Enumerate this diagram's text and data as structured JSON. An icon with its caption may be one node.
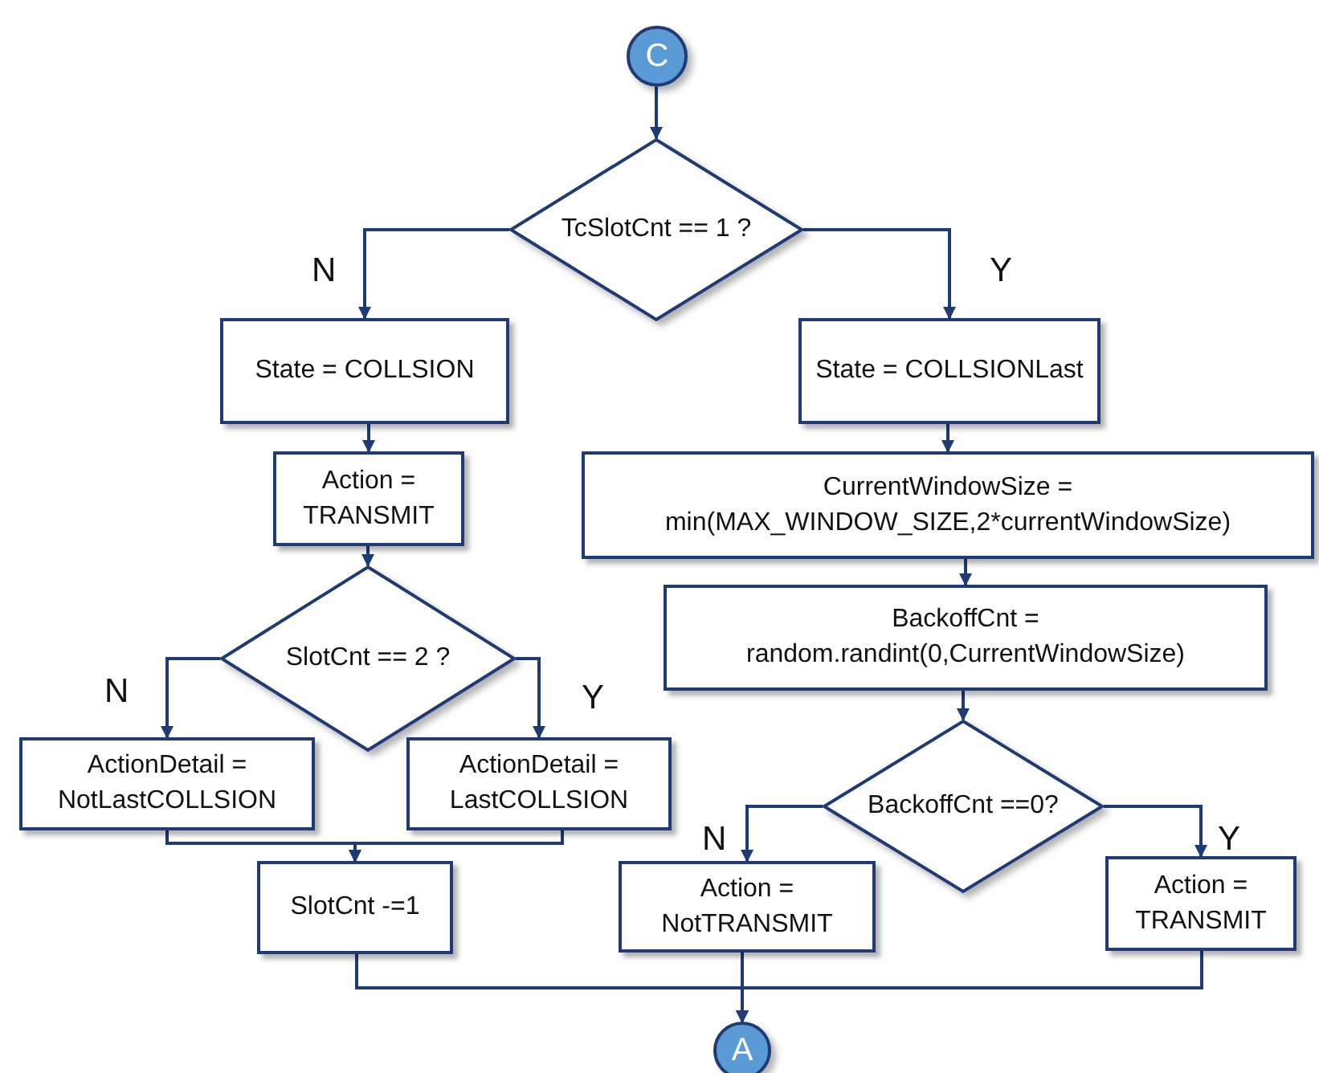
{
  "diagram": {
    "nodes": [
      {
        "text": [
          "C"
        ]
      },
      {
        "text": [
          "TcSlotCnt == 1 ?"
        ]
      },
      {
        "text": [
          "State = COLLSION"
        ]
      },
      {
        "text": [
          "Action = TRANSMIT"
        ]
      },
      {
        "text": [
          "SlotCnt == 2 ?"
        ]
      },
      {
        "text": [
          "ActionDetail = NotLastCOLLSION"
        ]
      },
      {
        "text": [
          "ActionDetail = LastCOLLSION"
        ]
      },
      {
        "text": [
          "SlotCnt -=1"
        ]
      },
      {
        "text": [
          "State = COLLSIONLast"
        ]
      },
      {
        "text": [
          "CurrentWindowSize = min(MAX_WINDOW_SIZE,2*currentWindowSize)"
        ]
      },
      {
        "text": [
          "BackoffCnt = random.randint(0,CurrentWindowSize)"
        ]
      },
      {
        "text": [
          "BackoffCnt ==0?"
        ]
      },
      {
        "text": [
          "Action = NotTRANSMIT"
        ]
      },
      {
        "text": [
          "Action = TRANSMIT"
        ]
      },
      {
        "text": [
          "A"
        ]
      }
    ],
    "edges": [
      {
        "from": 0,
        "to": 1,
        "arrow": "to"
      },
      {
        "from": 1,
        "to": 2,
        "arrow": "to",
        "label": "N"
      },
      {
        "from": 1,
        "to": 8,
        "arrow": "to",
        "label": "Y"
      },
      {
        "from": 2,
        "to": 3,
        "arrow": "to"
      },
      {
        "from": 3,
        "to": 4,
        "arrow": "to"
      },
      {
        "from": 4,
        "to": 5,
        "arrow": "to",
        "label": "N"
      },
      {
        "from": 4,
        "to": 6,
        "arrow": "to",
        "label": "Y"
      },
      {
        "from": 5,
        "to": 7,
        "arrow": "to"
      },
      {
        "from": 6,
        "to": 7,
        "arrow": "to"
      },
      {
        "from": 8,
        "to": 9,
        "arrow": "to"
      },
      {
        "from": 9,
        "to": 10,
        "arrow": "to"
      },
      {
        "from": 10,
        "to": 11,
        "arrow": "to"
      },
      {
        "from": 11,
        "to": 12,
        "arrow": "to",
        "label": "N"
      },
      {
        "from": 11,
        "to": 13,
        "arrow": "to",
        "label": "Y"
      },
      {
        "from": 7,
        "to": 14,
        "arrow": "to"
      },
      {
        "from": 12,
        "to": 14,
        "arrow": "to"
      },
      {
        "from": 13,
        "to": 14,
        "arrow": "to"
      }
    ]
  }
}
